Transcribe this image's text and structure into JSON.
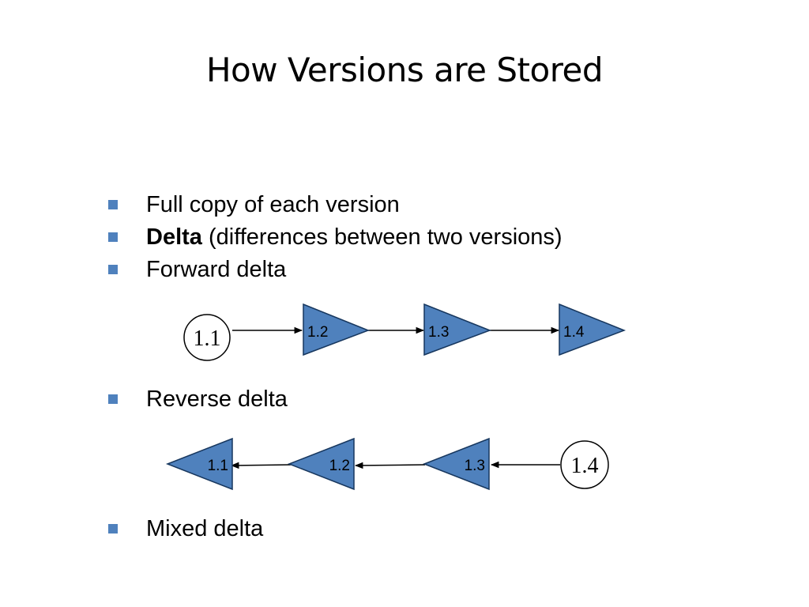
{
  "slide": {
    "title": "How Versions are Stored"
  },
  "bullets": [
    {
      "text": "Full copy of each version"
    },
    {
      "bold": "Delta",
      "rest": " (differences between two versions)"
    },
    {
      "text": "Forward delta"
    },
    {
      "text": "Reverse delta"
    },
    {
      "text": "Mixed delta"
    }
  ],
  "forward_delta": {
    "full_version": "1.1",
    "deltas": [
      "1.2",
      "1.3",
      "1.4"
    ]
  },
  "reverse_delta": {
    "deltas": [
      "1.1",
      "1.2",
      "1.3"
    ],
    "full_version": "1.4"
  },
  "colors": {
    "bullet": "#4f81bd",
    "triangle_fill": "#4f81bd",
    "triangle_stroke": "#17375e"
  }
}
